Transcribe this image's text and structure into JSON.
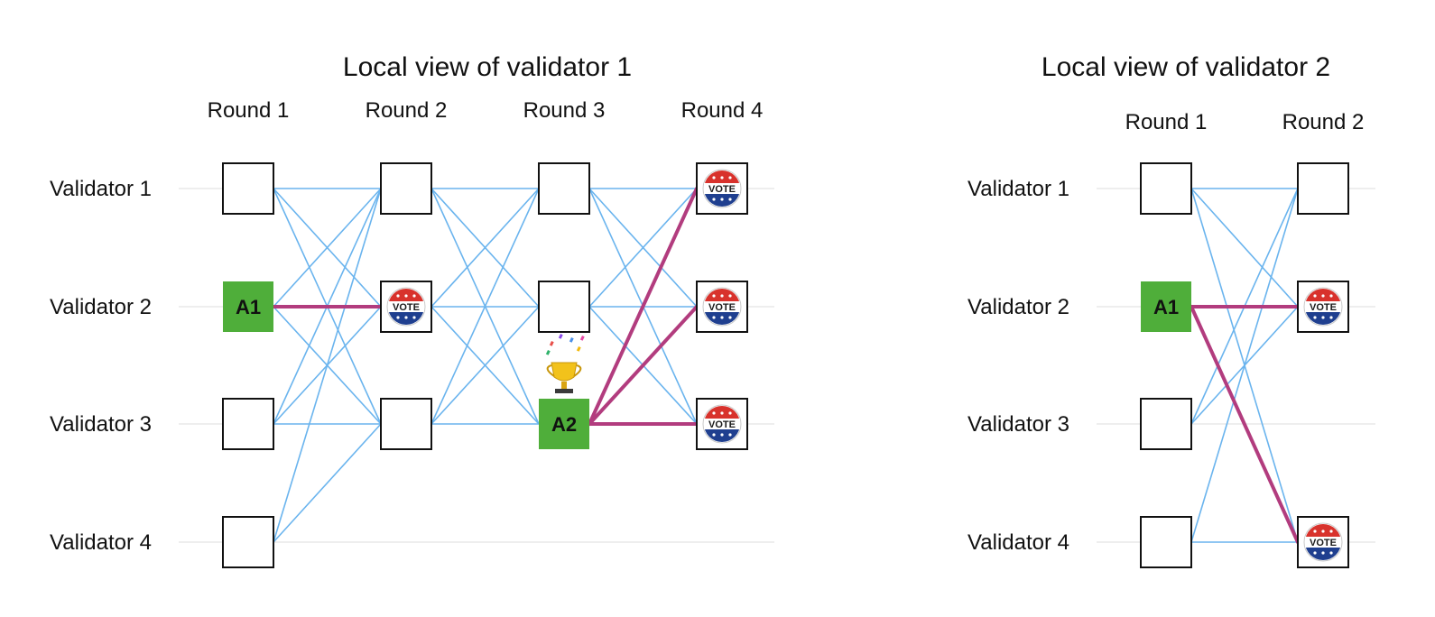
{
  "colors": {
    "edge": "#6ab4ee",
    "highlight": "#b23c7e",
    "anchor": "#4fae3a",
    "box_border": "#111111",
    "row_line": "#dcdcdc"
  },
  "panels": [
    {
      "title": "Local view of validator 1",
      "rounds": [
        "Round 1",
        "Round 2",
        "Round 3",
        "Round 4"
      ],
      "validators": [
        "Validator 1",
        "Validator 2",
        "Validator 3",
        "Validator 4"
      ],
      "nodes": [
        {
          "round": 1,
          "row": 1,
          "kind": "empty"
        },
        {
          "round": 1,
          "row": 2,
          "kind": "anchor",
          "label": "A1"
        },
        {
          "round": 1,
          "row": 3,
          "kind": "empty"
        },
        {
          "round": 1,
          "row": 4,
          "kind": "empty"
        },
        {
          "round": 2,
          "row": 1,
          "kind": "empty"
        },
        {
          "round": 2,
          "row": 2,
          "kind": "vote",
          "label": "VOTE"
        },
        {
          "round": 2,
          "row": 3,
          "kind": "empty"
        },
        {
          "round": 3,
          "row": 1,
          "kind": "empty"
        },
        {
          "round": 3,
          "row": 2,
          "kind": "empty"
        },
        {
          "round": 3,
          "row": 3,
          "kind": "anchor",
          "label": "A2",
          "trophy": true
        },
        {
          "round": 4,
          "row": 1,
          "kind": "vote",
          "label": "VOTE"
        },
        {
          "round": 4,
          "row": 2,
          "kind": "vote",
          "label": "VOTE"
        },
        {
          "round": 4,
          "row": 3,
          "kind": "vote",
          "label": "VOTE"
        }
      ],
      "edges": [
        {
          "from": [
            1,
            1
          ],
          "to": [
            2,
            1
          ]
        },
        {
          "from": [
            1,
            1
          ],
          "to": [
            2,
            2
          ]
        },
        {
          "from": [
            1,
            1
          ],
          "to": [
            2,
            3
          ]
        },
        {
          "from": [
            1,
            2
          ],
          "to": [
            2,
            1
          ]
        },
        {
          "from": [
            1,
            2
          ],
          "to": [
            2,
            3
          ]
        },
        {
          "from": [
            1,
            3
          ],
          "to": [
            2,
            1
          ]
        },
        {
          "from": [
            1,
            3
          ],
          "to": [
            2,
            2
          ]
        },
        {
          "from": [
            1,
            3
          ],
          "to": [
            2,
            3
          ]
        },
        {
          "from": [
            1,
            4
          ],
          "to": [
            2,
            1
          ]
        },
        {
          "from": [
            1,
            4
          ],
          "to": [
            2,
            3
          ]
        },
        {
          "from": [
            2,
            1
          ],
          "to": [
            3,
            1
          ]
        },
        {
          "from": [
            2,
            1
          ],
          "to": [
            3,
            2
          ]
        },
        {
          "from": [
            2,
            1
          ],
          "to": [
            3,
            3
          ]
        },
        {
          "from": [
            2,
            2
          ],
          "to": [
            3,
            1
          ]
        },
        {
          "from": [
            2,
            2
          ],
          "to": [
            3,
            2
          ]
        },
        {
          "from": [
            2,
            2
          ],
          "to": [
            3,
            3
          ]
        },
        {
          "from": [
            2,
            3
          ],
          "to": [
            3,
            1
          ]
        },
        {
          "from": [
            2,
            3
          ],
          "to": [
            3,
            2
          ]
        },
        {
          "from": [
            2,
            3
          ],
          "to": [
            3,
            3
          ]
        },
        {
          "from": [
            3,
            1
          ],
          "to": [
            4,
            1
          ]
        },
        {
          "from": [
            3,
            1
          ],
          "to": [
            4,
            2
          ]
        },
        {
          "from": [
            3,
            1
          ],
          "to": [
            4,
            3
          ]
        },
        {
          "from": [
            3,
            2
          ],
          "to": [
            4,
            1
          ]
        },
        {
          "from": [
            3,
            2
          ],
          "to": [
            4,
            2
          ]
        },
        {
          "from": [
            3,
            2
          ],
          "to": [
            4,
            3
          ]
        }
      ],
      "highlight_edges": [
        {
          "from": [
            1,
            2
          ],
          "to": [
            2,
            2
          ]
        },
        {
          "from": [
            3,
            3
          ],
          "to": [
            4,
            1
          ]
        },
        {
          "from": [
            3,
            3
          ],
          "to": [
            4,
            2
          ]
        },
        {
          "from": [
            3,
            3
          ],
          "to": [
            4,
            3
          ]
        }
      ]
    },
    {
      "title": "Local view of validator 2",
      "rounds": [
        "Round 1",
        "Round 2"
      ],
      "validators": [
        "Validator 1",
        "Validator 2",
        "Validator 3",
        "Validator 4"
      ],
      "nodes": [
        {
          "round": 1,
          "row": 1,
          "kind": "empty"
        },
        {
          "round": 1,
          "row": 2,
          "kind": "anchor",
          "label": "A1"
        },
        {
          "round": 1,
          "row": 3,
          "kind": "empty"
        },
        {
          "round": 1,
          "row": 4,
          "kind": "empty"
        },
        {
          "round": 2,
          "row": 1,
          "kind": "empty"
        },
        {
          "round": 2,
          "row": 2,
          "kind": "vote",
          "label": "VOTE"
        },
        {
          "round": 2,
          "row": 4,
          "kind": "vote",
          "label": "VOTE"
        }
      ],
      "edges": [
        {
          "from": [
            1,
            1
          ],
          "to": [
            2,
            1
          ]
        },
        {
          "from": [
            1,
            1
          ],
          "to": [
            2,
            2
          ]
        },
        {
          "from": [
            1,
            1
          ],
          "to": [
            2,
            4
          ]
        },
        {
          "from": [
            1,
            3
          ],
          "to": [
            2,
            1
          ]
        },
        {
          "from": [
            1,
            3
          ],
          "to": [
            2,
            2
          ]
        },
        {
          "from": [
            1,
            4
          ],
          "to": [
            2,
            1
          ]
        },
        {
          "from": [
            1,
            4
          ],
          "to": [
            2,
            4
          ]
        }
      ],
      "highlight_edges": [
        {
          "from": [
            1,
            2
          ],
          "to": [
            2,
            2
          ]
        },
        {
          "from": [
            1,
            2
          ],
          "to": [
            2,
            4
          ]
        }
      ]
    }
  ]
}
